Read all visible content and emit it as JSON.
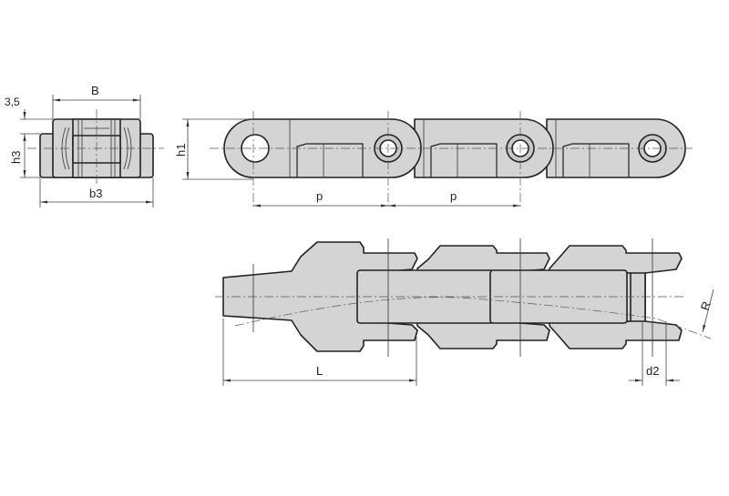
{
  "drawing": {
    "title": "Chain link technical drawing",
    "colors": {
      "fill": "#d4d4d4",
      "stroke": "#222222",
      "background": "#ffffff"
    },
    "end_view": {
      "labels": {
        "B": "B",
        "b3": "b3",
        "h3": "h3",
        "offset": "3,5"
      }
    },
    "side_view": {
      "labels": {
        "h1": "h1",
        "p1": "p",
        "p2": "p"
      }
    },
    "top_view": {
      "labels": {
        "L": "L",
        "d2": "d2",
        "R": "R"
      }
    }
  }
}
